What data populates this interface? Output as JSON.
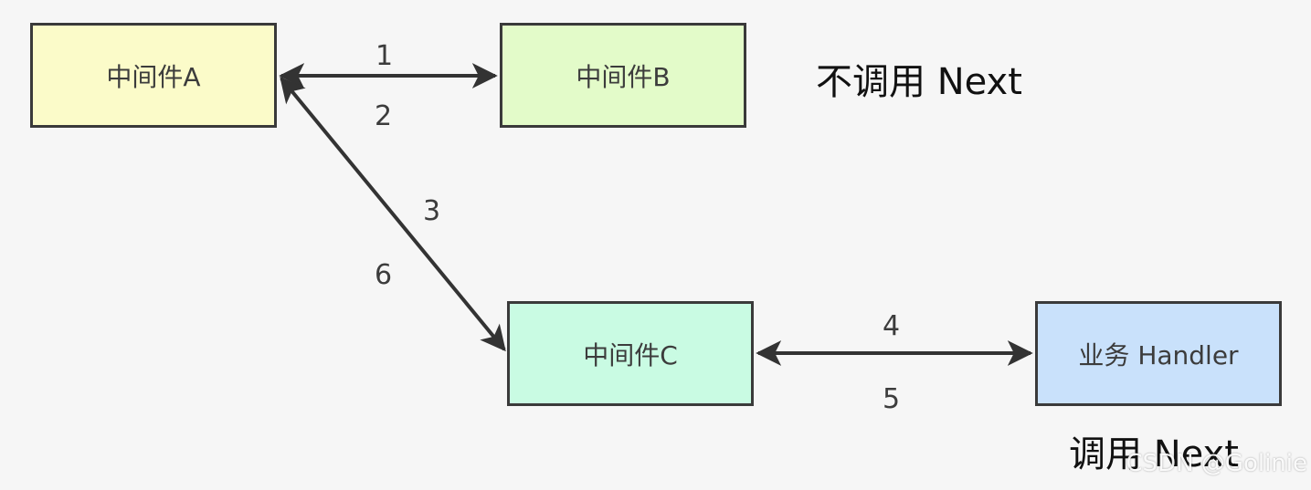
{
  "nodes": {
    "a": "中间件A",
    "b": "中间件B",
    "c": "中间件C",
    "handler": "业务 Handler"
  },
  "steps": {
    "s1": "1",
    "s2": "2",
    "s3": "3",
    "s4": "4",
    "s5": "5",
    "s6": "6"
  },
  "notes": {
    "no_next": "不调用  Next",
    "call_next": "调用  Next"
  },
  "watermark": "CSDN @Golinie",
  "colors": {
    "node_a": "#fbfbc9",
    "node_b": "#e3fbc9",
    "node_c": "#c9fbe3",
    "node_handler": "#c9e1fb",
    "edge": "#333333"
  }
}
